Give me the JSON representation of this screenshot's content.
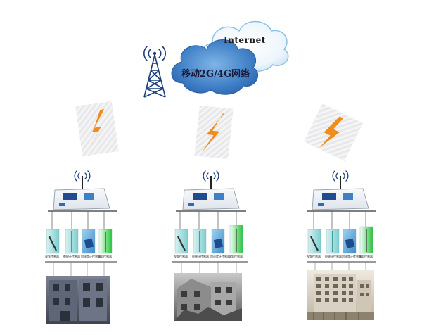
{
  "network": {
    "internet_label": "Internet",
    "mobile_label": "移动2G/4G网络"
  },
  "sites": [
    {
      "id": "left",
      "sensor_labels": [
        "视频传感器",
        "裂缝计传感器",
        "加速度计传感器",
        "倾斜传感器"
      ]
    },
    {
      "id": "middle",
      "sensor_labels": [
        "视频传感器",
        "裂缝计传感器",
        "加速度计传感器",
        "倾斜传感器"
      ]
    },
    {
      "id": "right",
      "sensor_labels": [
        "视频传感器",
        "裂缝计传感器",
        "加速度计传感器",
        "倾斜传感器"
      ]
    }
  ],
  "colors": {
    "cloud_fill": "#e6f3fb",
    "cloud_stroke": "#7fbbe0",
    "cloud_blue": "#3d7ec8",
    "bolt": "#f08c1c",
    "tower": "#1c3f7a",
    "device_body": "#eef2f6",
    "device_screen": "#1f4c8f"
  },
  "icons": [
    "cell-tower-icon",
    "lightning-bolt-icon",
    "wifi-signal-icon",
    "data-logger-icon",
    "sensor-icon",
    "building-photo"
  ]
}
